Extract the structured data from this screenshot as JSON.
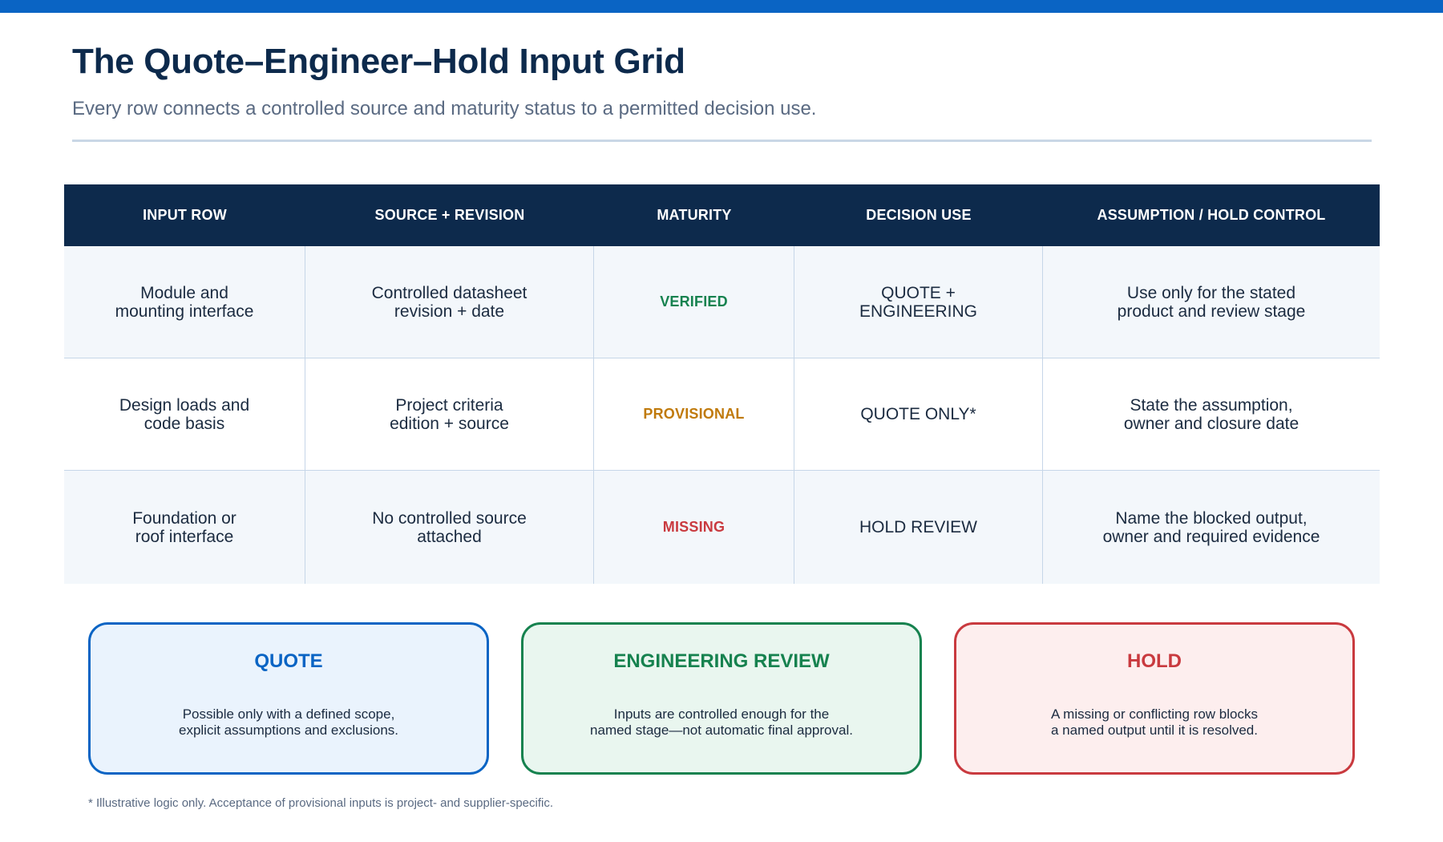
{
  "header": {
    "title": "The Quote–Engineer–Hold Input Grid",
    "subtitle": "Every row connects a controlled source and maturity status to a permitted decision use."
  },
  "colors": {
    "top_bar": "#0a64c4",
    "header_bg": "#0d2a4c",
    "verified": "#16824f",
    "provisional": "#c07a0c",
    "missing": "#c93a3f",
    "quote": "#0a64c4",
    "engineering": "#16824f",
    "hold": "#c93a3f"
  },
  "table": {
    "columns": [
      "INPUT ROW",
      "SOURCE + REVISION",
      "MATURITY",
      "DECISION USE",
      "ASSUMPTION / HOLD CONTROL"
    ],
    "rows": [
      {
        "input": "Module and\nmounting interface",
        "source": "Controlled datasheet\nrevision + date",
        "maturity": "VERIFIED",
        "maturity_level": "verified",
        "decision": "QUOTE +\nENGINEERING",
        "control": "Use only for the stated\nproduct and review stage"
      },
      {
        "input": "Design loads and\ncode basis",
        "source": "Project criteria\nedition + source",
        "maturity": "PROVISIONAL",
        "maturity_level": "provisional",
        "decision": "QUOTE ONLY*",
        "control": "State the assumption,\nowner and closure date"
      },
      {
        "input": "Foundation or\nroof interface",
        "source": "No controlled source\nattached",
        "maturity": "MISSING",
        "maturity_level": "missing",
        "decision": "HOLD REVIEW",
        "control": "Name the blocked output,\nowner and required evidence"
      }
    ]
  },
  "legend": [
    {
      "key": "quote",
      "title": "QUOTE",
      "text": "Possible only with a defined scope,\nexplicit assumptions and exclusions."
    },
    {
      "key": "eng",
      "title": "ENGINEERING REVIEW",
      "text": "Inputs are controlled enough for the\nnamed stage—not automatic final approval."
    },
    {
      "key": "hold",
      "title": "HOLD",
      "text": "A missing or conflicting row blocks\na named output until it is resolved."
    }
  ],
  "footnote": "* Illustrative logic only. Acceptance of provisional inputs is project- and supplier-specific."
}
